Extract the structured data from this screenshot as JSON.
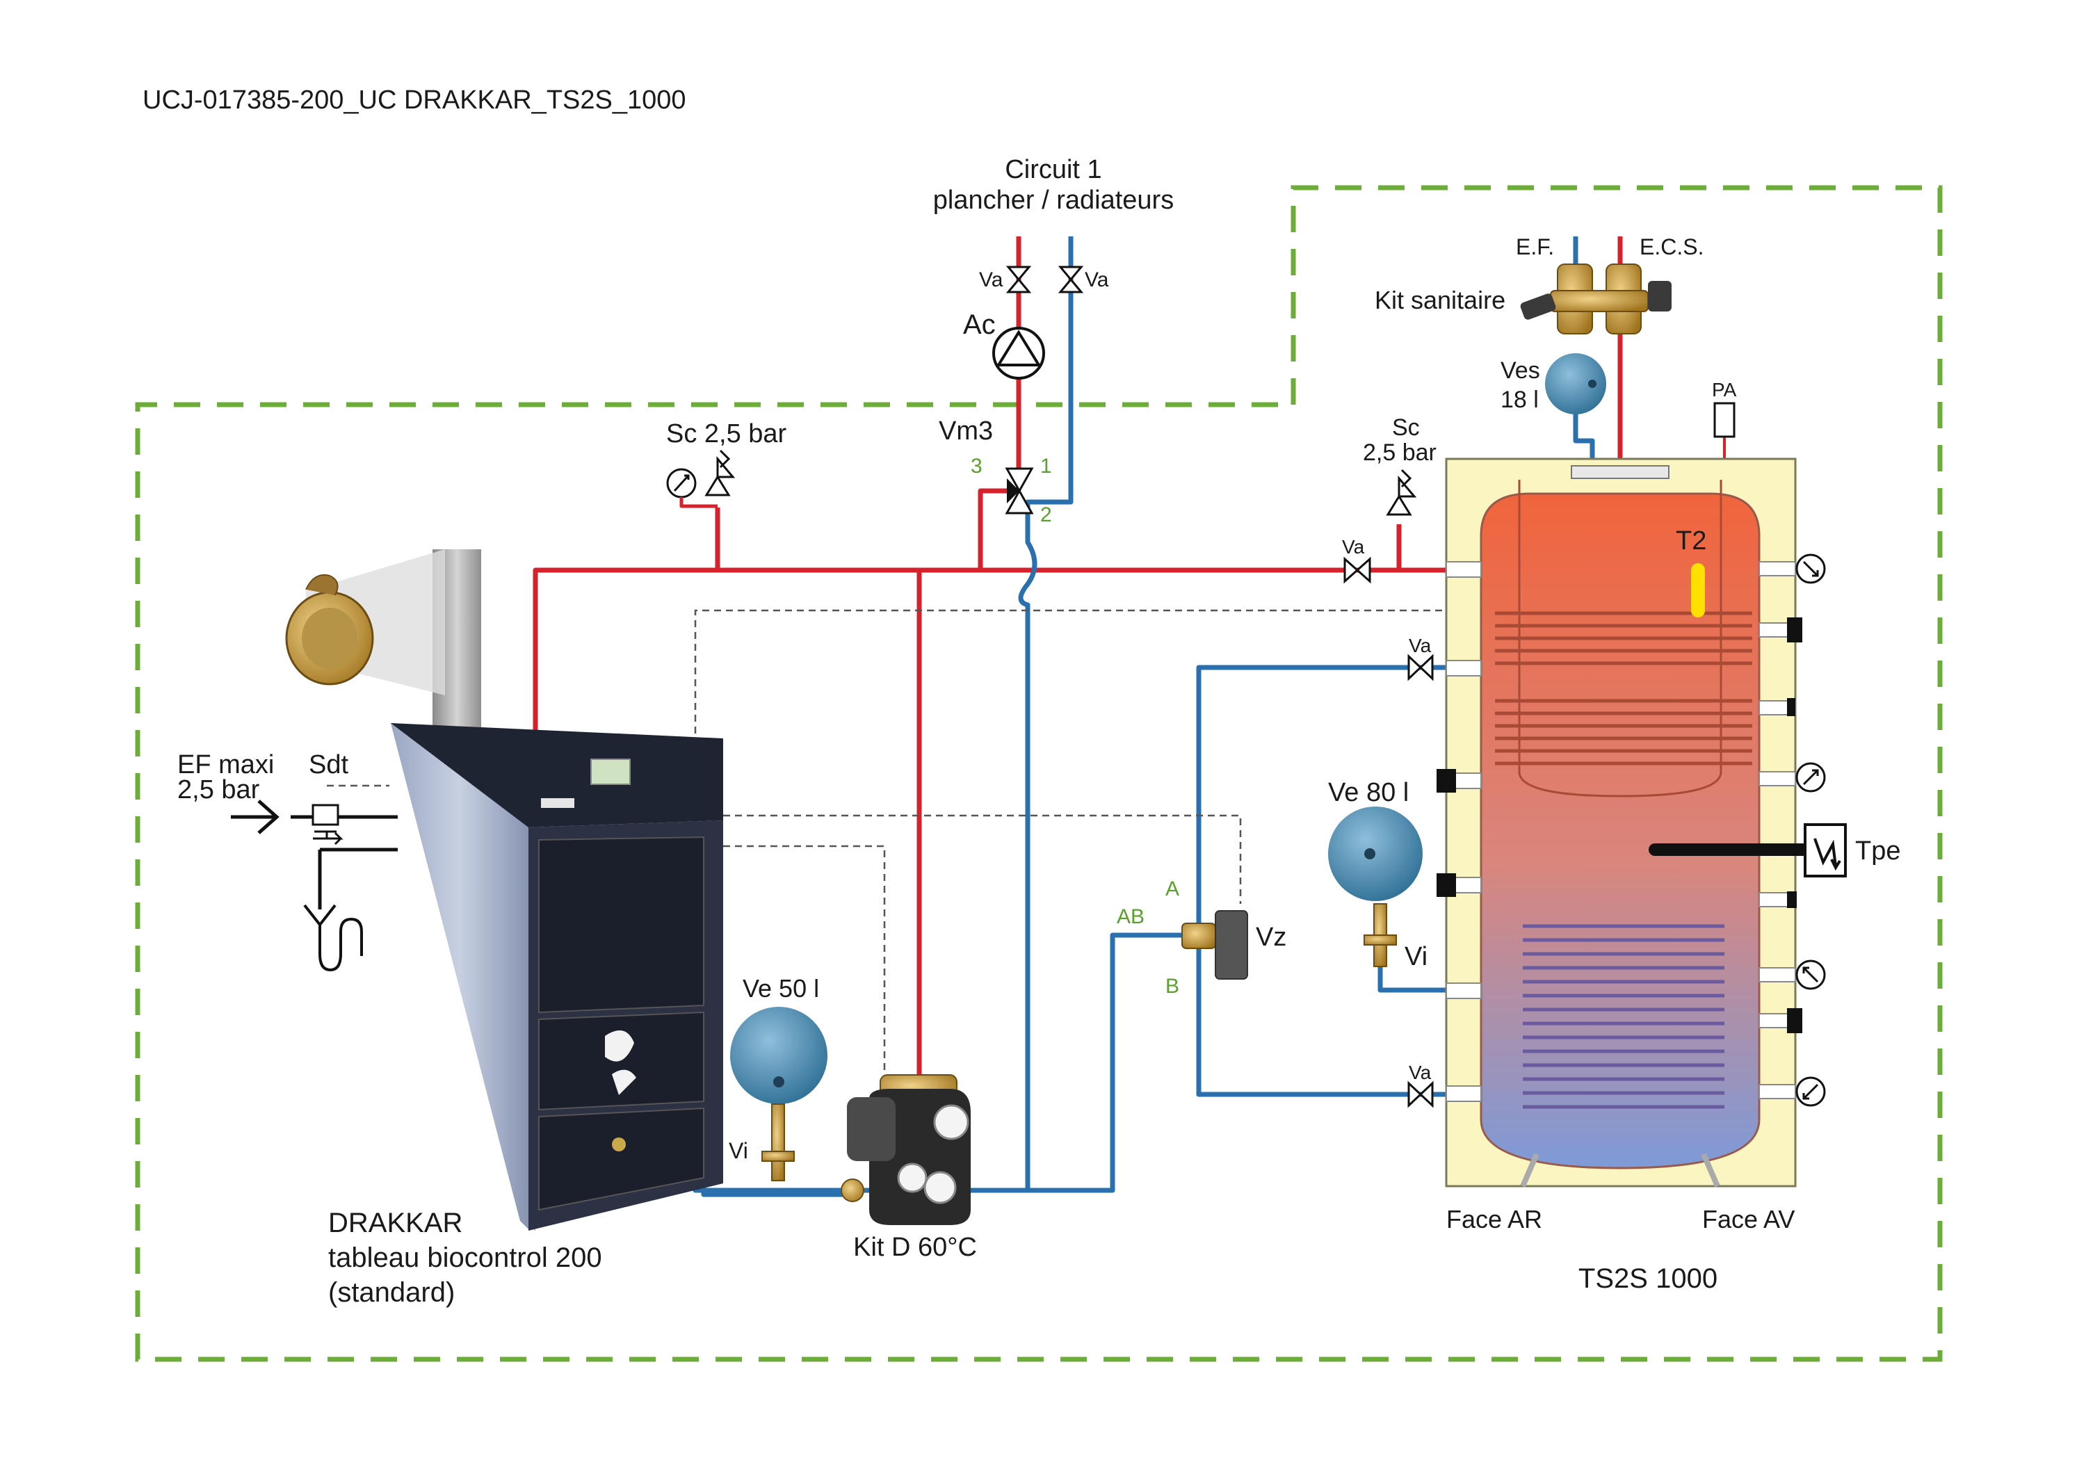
{
  "document": {
    "reference": "UCJ-017385-200_UC DRAKKAR_TS2S_1000"
  },
  "circuit": {
    "line1": "Circuit 1",
    "line2": "plancher / radiateurs"
  },
  "labels": {
    "va": "Va",
    "ac": "Ac",
    "vm3": "Vm3",
    "port1": "1",
    "port2": "2",
    "port3": "3",
    "sc_left": "Sc 2,5 bar",
    "sc_right_1": "Sc",
    "sc_right_2": "2,5 bar",
    "ef": "E.F.",
    "ecs": "E.C.S.",
    "kit_sanitaire": "Kit sanitaire",
    "ves_1": "Ves",
    "ves_2": "18 l",
    "pa": "PA",
    "t2": "T2",
    "tpe": "Tpe",
    "ve80": "Ve 80 l",
    "vi": "Vi",
    "vz": "Vz",
    "a": "A",
    "ab": "AB",
    "b": "B",
    "ve50": "Ve 50 l",
    "kit_d": "Kit D 60°C",
    "ef_maxi_1": "EF maxi",
    "ef_maxi_2": "2,5 bar",
    "sdt": "Sdt",
    "boiler_1": "DRAKKAR",
    "boiler_2": "tableau biocontrol 200",
    "boiler_3": "(standard)",
    "face_ar": "Face AR",
    "face_av": "Face AV",
    "tank": "TS2S 1000"
  },
  "colors": {
    "hot_pipe": "#d7222c",
    "cold_pipe": "#2a6fae",
    "zone_border": "#6cad3a",
    "port_label": "#5aa02c",
    "tank_top": "#f0643c",
    "tank_bottom": "#7e9ad8",
    "insulation": "#fbf5c2",
    "sensor": "#ffe000"
  },
  "icons": [
    "pump-icon",
    "safety-valve-icon",
    "pressure-gauge-icon",
    "thermometer-icon",
    "gate-valve-icon",
    "expansion-vessel-icon",
    "drain-funnel-icon",
    "electric-heater-icon"
  ]
}
